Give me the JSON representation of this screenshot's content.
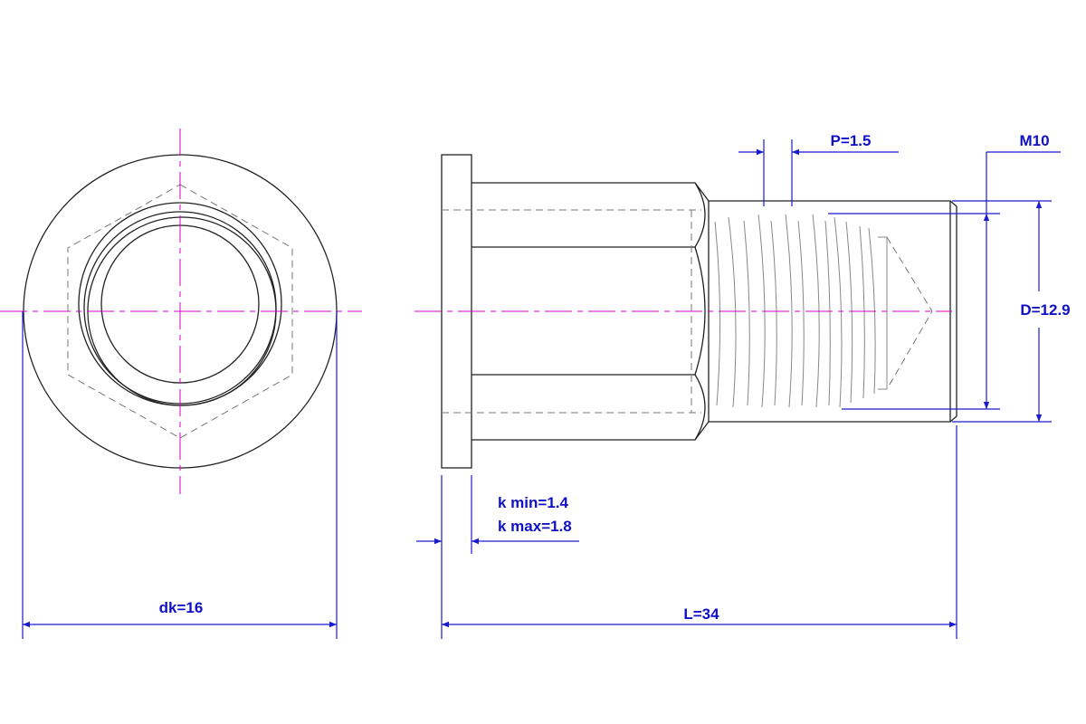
{
  "labels": {
    "dk": "dk=16",
    "L": "L=34",
    "P": "P=1.5",
    "M": "M10",
    "D": "D=12.9",
    "k_min": "k min=1.4",
    "k_max": "k max=1.8"
  },
  "colors": {
    "dimension": "#1a1ad0",
    "centerline": "#d400c8",
    "outline": "#222222"
  }
}
